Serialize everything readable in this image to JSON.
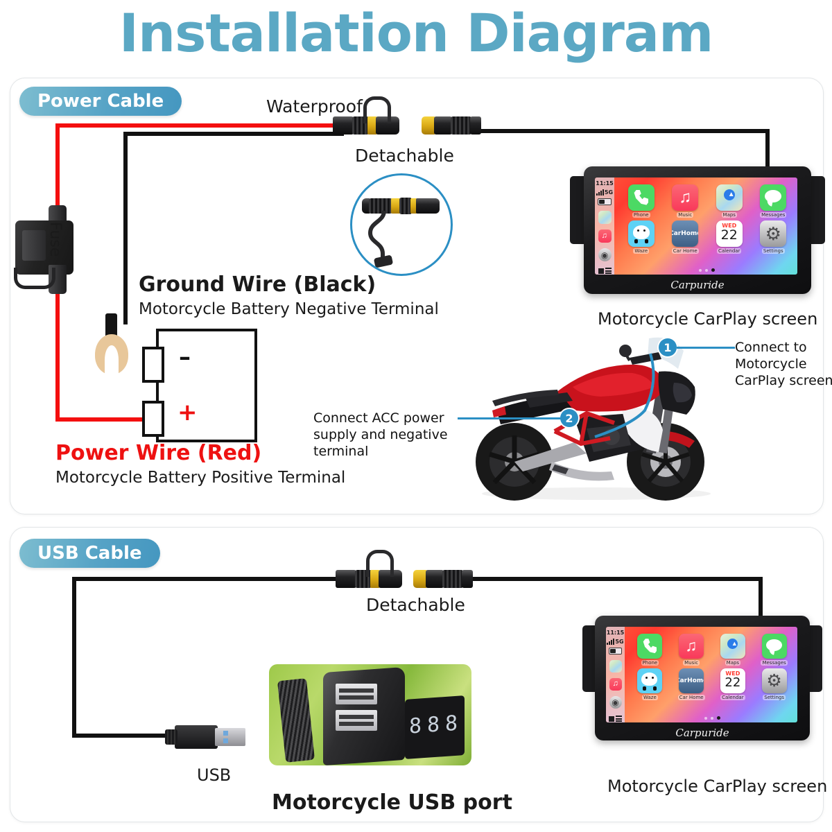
{
  "title": "Installation Diagram",
  "sections": {
    "power": {
      "badge": "Power Cable",
      "labels": {
        "waterproof": "Waterproof",
        "detachable": "Detachable",
        "fuse": "Fuse",
        "ground_title": "Ground Wire (Black)",
        "ground_sub": "Motorcycle Battery Negative Terminal",
        "power_title": "Power Wire (Red)",
        "power_sub": "Motorcycle Battery Positive Terminal",
        "battery_minus": "–",
        "battery_plus": "+",
        "screen_caption": "Motorcycle CarPlay screen"
      },
      "callouts": [
        {
          "num": "1",
          "text": "Connect to\nMotorcycle\nCarPlay screen"
        },
        {
          "num": "2",
          "text": "Connect ACC power\nsupply and negative\nterminal"
        }
      ]
    },
    "usb": {
      "badge": "USB Cable",
      "labels": {
        "detachable": "Detachable",
        "usb": "USB",
        "usb_port": "Motorcycle USB port",
        "screen_caption": "Motorcycle CarPlay screen"
      }
    }
  },
  "carplay": {
    "status": {
      "time": "11:15",
      "network": "5G"
    },
    "apps": [
      {
        "name": "Phone",
        "icon": "phone-icon"
      },
      {
        "name": "Music",
        "icon": "music-icon"
      },
      {
        "name": "Maps",
        "icon": "maps-icon"
      },
      {
        "name": "Messages",
        "icon": "messages-icon"
      },
      {
        "name": "Waze",
        "icon": "waze-icon"
      },
      {
        "name": "Car Home",
        "icon": "car-home-icon"
      },
      {
        "name": "Calendar",
        "icon": "calendar-icon"
      },
      {
        "name": "Settings",
        "icon": "settings-icon"
      }
    ],
    "car_home_text": "CarHome",
    "calendar": {
      "weekday": "WED",
      "day": "22"
    },
    "brand": "Carpuride"
  },
  "colors": {
    "title": "#5ba8c4",
    "badge": "#56a3c6",
    "accent_blue": "#2b8fc4",
    "wire_red": "#f40f0f",
    "wire_black": "#111111"
  }
}
